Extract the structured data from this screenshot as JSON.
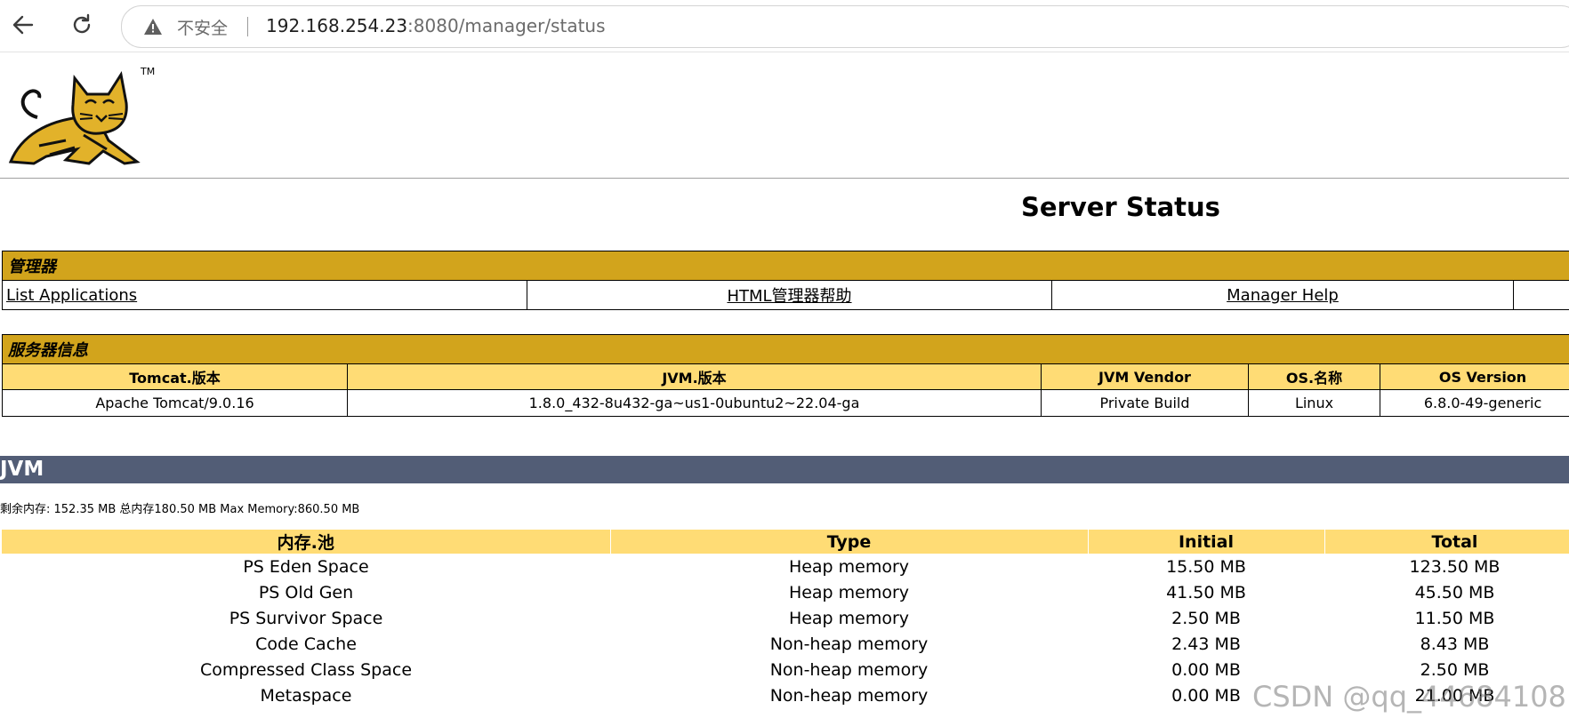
{
  "browser": {
    "back_icon": "arrow-left-icon",
    "reload_icon": "reload-icon",
    "security_icon": "warning-triangle-icon",
    "security_label": "不安全",
    "url_host": "192.168.254.23",
    "url_rest": ":8080/manager/status"
  },
  "page": {
    "logo_tm": "TM",
    "title": "Server Status"
  },
  "manager": {
    "heading": "管理器",
    "links": [
      "List Applications",
      "HTML管理器帮助",
      "Manager Help",
      ""
    ]
  },
  "server_info": {
    "heading": "服务器信息",
    "columns": [
      "Tomcat.版本",
      "JVM.版本",
      "JVM Vendor",
      "OS.名称",
      "OS Version"
    ],
    "values": [
      "Apache Tomcat/9.0.16",
      "1.8.0_432-8u432-ga~us1-0ubuntu2~22.04-ga",
      "Private Build",
      "Linux",
      "6.8.0-49-generic"
    ]
  },
  "jvm": {
    "heading": "JVM",
    "memory_line": "剩余内存: 152.35 MB 总内存180.50 MB Max Memory:860.50 MB",
    "columns": [
      "内存.池",
      "Type",
      "Initial",
      "Total"
    ],
    "rows": [
      [
        "PS Eden Space",
        "Heap memory",
        "15.50 MB",
        "123.50 MB"
      ],
      [
        "PS Old Gen",
        "Heap memory",
        "41.50 MB",
        "45.50 MB"
      ],
      [
        "PS Survivor Space",
        "Heap memory",
        "2.50 MB",
        "11.50 MB"
      ],
      [
        "Code Cache",
        "Non-heap memory",
        "2.43 MB",
        "8.43 MB"
      ],
      [
        "Compressed Class Space",
        "Non-heap memory",
        "0.00 MB",
        "2.50 MB"
      ],
      [
        "Metaspace",
        "Non-heap memory",
        "0.00 MB",
        "21.00 MB"
      ]
    ]
  },
  "watermark": "CSDN @qq_44684108",
  "colors": {
    "section_head": "#d2a41c",
    "table_header": "#ffdc75",
    "jvm_bar": "#525d76"
  }
}
